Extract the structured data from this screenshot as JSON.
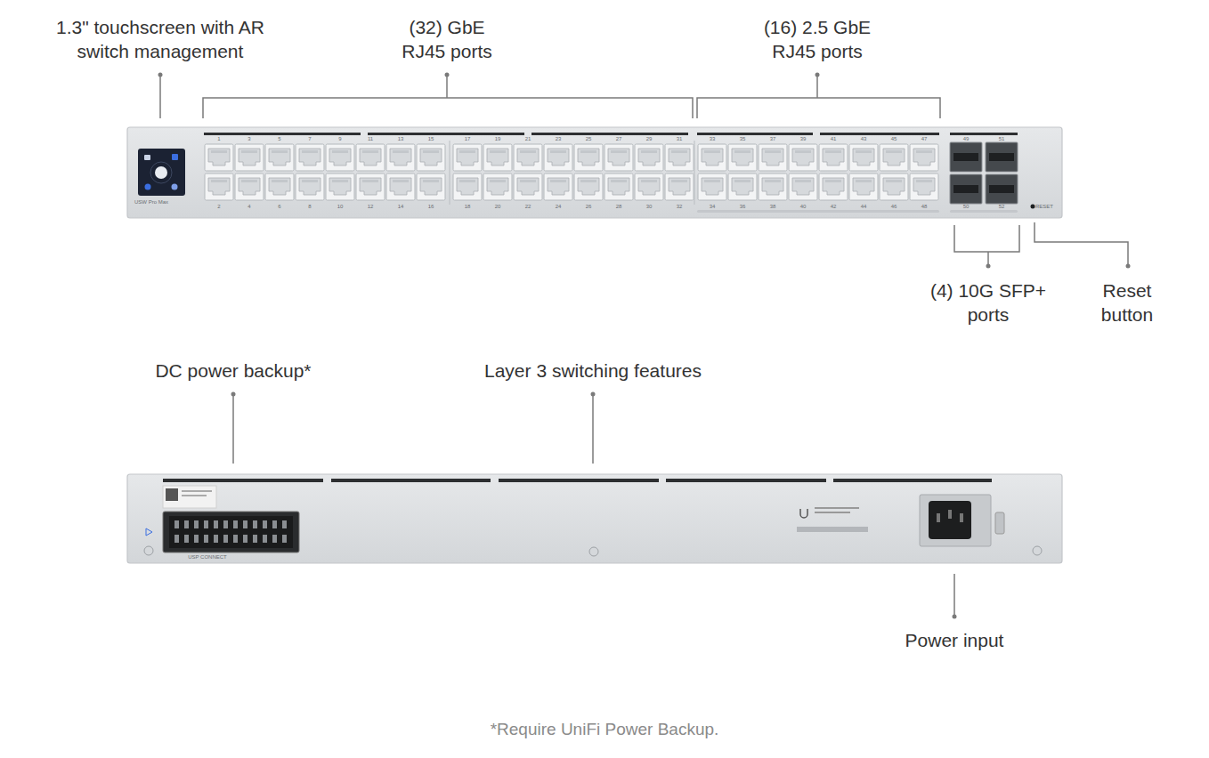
{
  "diagram": {
    "caption": "*Require UniFi Power Backup.",
    "labels": [
      "1.3\" touchscreen with AR switch management",
      "(32) GbE RJ45 ports",
      "(16) 2.5 GbE RJ45 ports",
      "(4) 10G SFP+ ports",
      "Reset button",
      "DC power backup*",
      "Layer 3 switching features",
      "Power input",
      "USW Pro Max",
      "RESET",
      "USP CONNECT",
      "1",
      "3",
      "5",
      "7",
      "9",
      "11",
      "13",
      "15",
      "17",
      "19",
      "21",
      "23",
      "25",
      "27",
      "29",
      "31",
      "33",
      "35",
      "37",
      "39",
      "41",
      "43",
      "45",
      "47",
      "49",
      "51",
      "2",
      "4",
      "6",
      "8",
      "10",
      "12",
      "14",
      "16",
      "18",
      "20",
      "22",
      "24",
      "26",
      "28",
      "30",
      "32",
      "34",
      "36",
      "38",
      "40",
      "42",
      "44",
      "46",
      "48",
      "50",
      "52"
    ]
  }
}
